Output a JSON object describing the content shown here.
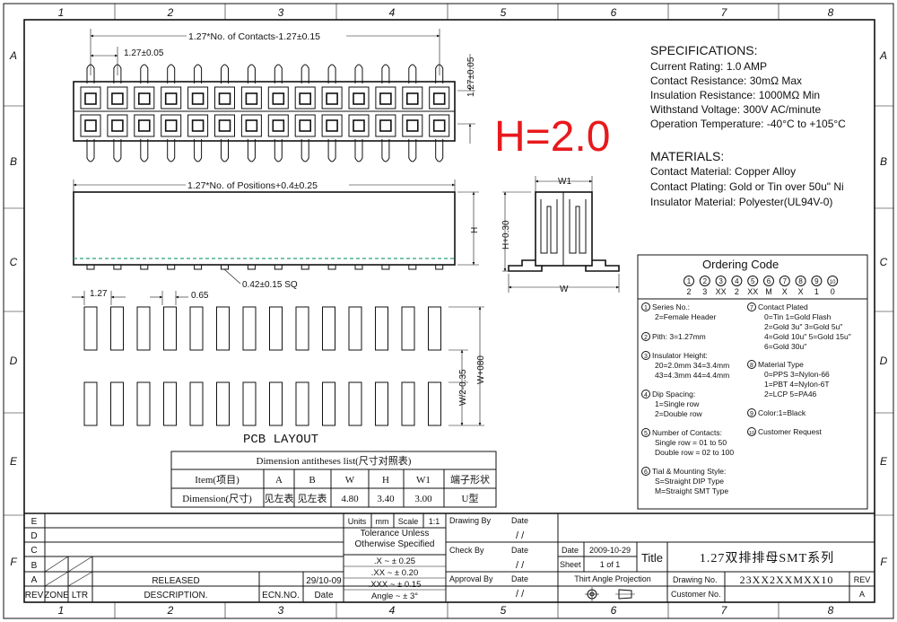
{
  "frame": {
    "col_labels": [
      "1",
      "2",
      "3",
      "4",
      "5",
      "6",
      "7",
      "8"
    ],
    "row_labels": [
      "A",
      "B",
      "C",
      "D",
      "E",
      "F"
    ]
  },
  "top_view": {
    "dim_overall": "1.27*No. of Contacts-1.27±0.15",
    "dim_pitch": "1.27±0.05",
    "dim_row_pitch": "1.27±0.05",
    "contacts_per_row": 14
  },
  "front_view": {
    "dim_overall": "1.27*No. of Positions+0.4±0.25",
    "dim_height": "H",
    "dim_pin": "0.42±0.15 SQ"
  },
  "height_note": "H=2.0",
  "side_view": {
    "dim_w1": "W1",
    "dim_h": "H+0.30",
    "dim_w": "W"
  },
  "pcb_layout": {
    "title": "PCB LAYOUT",
    "dim_pitch": "1.27",
    "dim_pad_width": "0.65",
    "dim_pad_span": "W/2-0.35",
    "dim_total": "W+080",
    "pads_per_row": 14
  },
  "specifications": {
    "title": "SPECIFICATIONS:",
    "lines": [
      "Current Rating: 1.0 AMP",
      "Contact Resistance: 30mΩ Max",
      "Insulation Resistance: 1000MΩ Min",
      "Withstand Voltage: 300V AC/minute",
      "Operation Temperature: -40°C to +105°C"
    ]
  },
  "materials": {
    "title": "MATERIALS:",
    "lines": [
      "Contact Material: Copper Alloy",
      "Contact Plating: Gold or Tin over 50u\" Ni",
      "Insulator Material: Polyester(UL94V-0)"
    ]
  },
  "ordering": {
    "title": "Ordering Code",
    "circles": [
      "1",
      "2",
      "3",
      "4",
      "5",
      "6",
      "7",
      "8",
      "9",
      "10"
    ],
    "codes": [
      "2",
      "3",
      "XX",
      "2",
      "XX",
      "M",
      "X",
      "X",
      "1",
      "0"
    ],
    "left_col": [
      {
        "num": "1",
        "text": "Series No.:"
      },
      {
        "text": "2=Female Header"
      },
      {
        "num": "2",
        "text": "Pith: 3=1.27mm"
      },
      {
        "num": "3",
        "text": "Insulator Height:"
      },
      {
        "text": "20=2.0mm    34=3.4mm"
      },
      {
        "text": "43=4.3mm    44=4.4mm"
      },
      {
        "num": "4",
        "text": "Dip Spacing:"
      },
      {
        "text": "1=Single  row"
      },
      {
        "text": "2=Double  row"
      },
      {
        "num": "5",
        "text": "Number of Contacts:"
      },
      {
        "text": "Single  row = 01 to 50"
      },
      {
        "text": "Double  row = 02 to 100"
      },
      {
        "num": "6",
        "text": "Tial & Mounting Style:"
      },
      {
        "text": "S=Straight  DIP Type"
      },
      {
        "text": "M=Straight SMT Type"
      }
    ],
    "right_col": [
      {
        "num": "7",
        "text": "Contact  Plated"
      },
      {
        "text": "0=Tin          1=Gold Flash"
      },
      {
        "text": "2=Gold 3u\"    3=Gold 5u\""
      },
      {
        "text": "4=Gold 10u\"  5=Gold 15u\""
      },
      {
        "text": "6=Gold 30u\""
      },
      {
        "num": "8",
        "text": "Material  Type"
      },
      {
        "text": "0=PPS        3=Nylon-66"
      },
      {
        "text": "1=PBT        4=Nylon-6T"
      },
      {
        "text": "2=LCP        5=PA46"
      },
      {
        "num": "9",
        "text": "Color:1=Black"
      },
      {
        "num": "10",
        "text": "Customer Request"
      }
    ]
  },
  "dim_table": {
    "title": "Dimension antitheses list(尺寸对照表)",
    "headers": [
      "Item(项目)",
      "A",
      "B",
      "W",
      "H",
      "W1",
      "端子形状"
    ],
    "row": [
      "Dimension(尺寸)",
      "见左表",
      "见左表",
      "4.80",
      "3.40",
      "3.00",
      "U型"
    ]
  },
  "title_block": {
    "rev_rows": [
      "E",
      "D",
      "C",
      "B",
      "A"
    ],
    "rev_a_desc": "RELEASED",
    "rev_a_date": "29/10-09",
    "headers": {
      "rev": "REV",
      "zone": "ZONE",
      "ltr": "LTR",
      "desc": "DESCRIPTION.",
      "ecn": "ECN.NO.",
      "date": "Date"
    },
    "units_label": "Units",
    "units_value": "mm",
    "scale_label": "Scale",
    "scale_value": "1:1",
    "tolerance_title": "Tolerance Unless Otherwise Specified",
    "tolerances": [
      ".X ~ ± 0.25",
      ".XX ~ ± 0.20",
      ".XXX ~ ± 0.15",
      "Angle ~ ± 3°"
    ],
    "drawing_by": "Drawing By",
    "check_by": "Check  By",
    "approval_by": "Approval By",
    "date_label": "Date",
    "date_blank": "/ /",
    "date_field_label": "Date",
    "date_value": "2009-10-29",
    "sheet_label": "Sheet",
    "sheet_value": "1 of 1",
    "title_label": "Title",
    "title_value": "1.27双排排母SMT系列",
    "projection": "Thirt Angle Projection",
    "drawing_no_label": "Drawing No.",
    "drawing_no_value": "23XX2XXMXX10",
    "customer_no_label": "Customer No.",
    "rev_label": "REV",
    "rev_value": "A"
  },
  "colors": {
    "accent_red": "#e8191c",
    "line": "#111111",
    "dashed_green": "#2aa07a"
  }
}
